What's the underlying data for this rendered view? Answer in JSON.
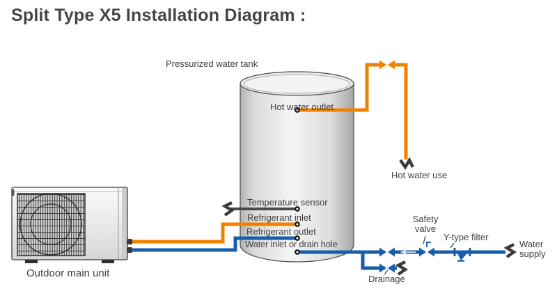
{
  "title": "Split Type X5 Installation Diagram :",
  "colors": {
    "hot": "#F08200",
    "cold": "#175FAC",
    "dark": "#3B3B3B",
    "text": "#3F3F3F",
    "title": "#454545"
  },
  "labels": {
    "tank": "Pressurized water tank",
    "hot_water_outlet": "Hot water outlet",
    "hot_water_use": "Hot water use",
    "temperature_sensor": "Temperature sensor",
    "refrigerant_inlet": "Refrigerant inlet",
    "refrigerant_outlet": "Refrigerant outlet",
    "water_inlet": "Water inlet or drain hole",
    "safety_valve_line1": "Safety",
    "safety_valve_line2": "valve",
    "y_type_filter": "Y-type filter",
    "water_supply_line1": "Water",
    "water_supply_line2": "supply",
    "drainage": "Drainage",
    "outdoor_unit": "Outdoor main unit"
  },
  "icons": {
    "valve": "bowtie-valve",
    "safety_valve": "bowtie-valve-with-relief-handle",
    "y_type_filter": "y-strainer",
    "pipe_break": "pipe-continuation-zigzag",
    "connection_point": "ring-connection-dot"
  }
}
